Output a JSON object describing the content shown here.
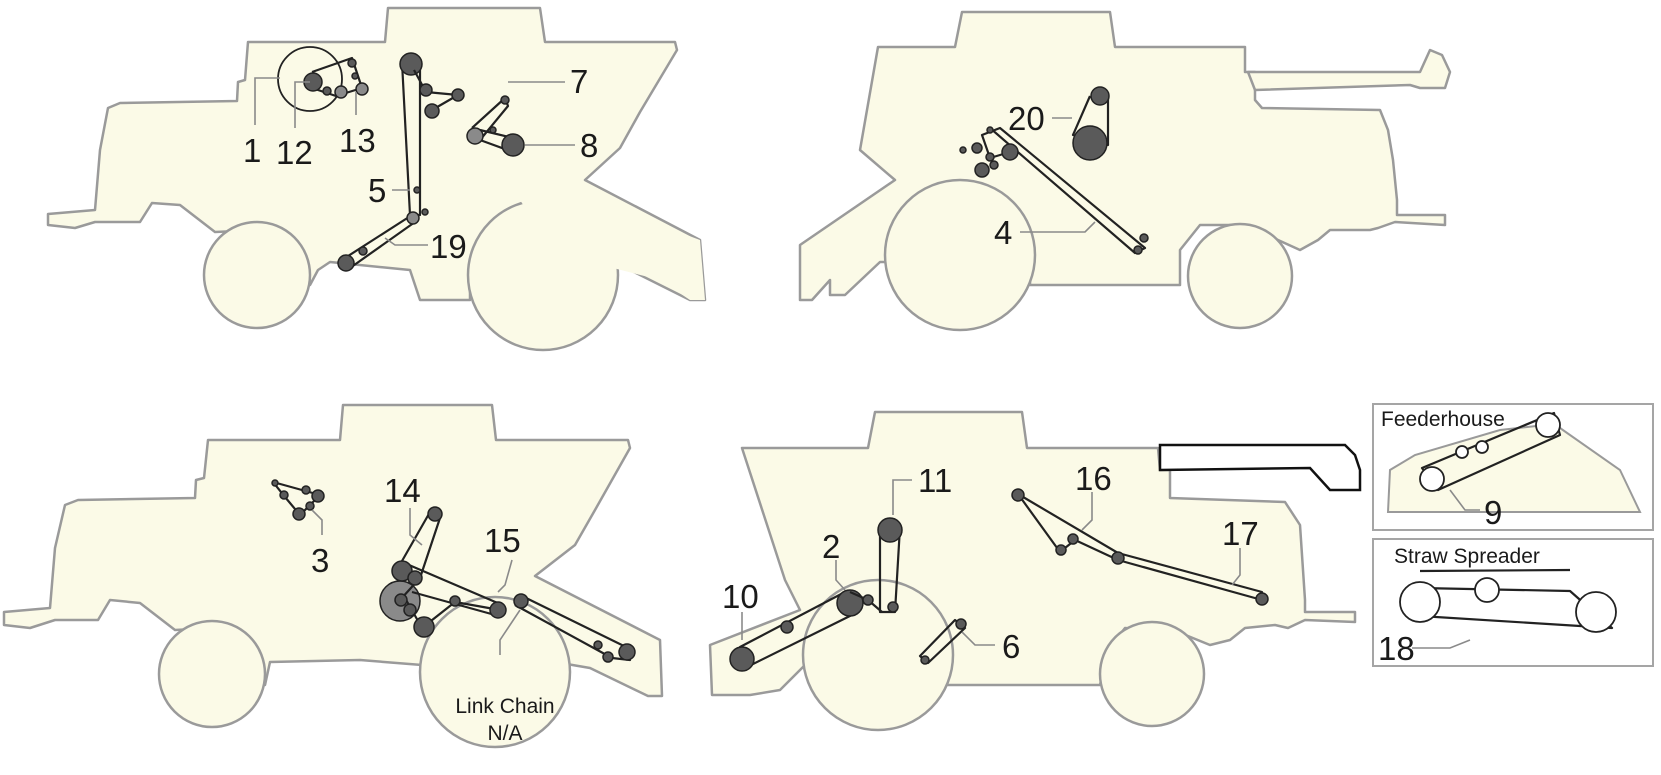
{
  "callouts": {
    "c1": "1",
    "c2": "2",
    "c3": "3",
    "c4": "4",
    "c5": "5",
    "c6": "6",
    "c7": "7",
    "c8": "8",
    "c9": "9",
    "c10": "10",
    "c11": "11",
    "c12": "12",
    "c13": "13",
    "c14": "14",
    "c15": "15",
    "c16": "16",
    "c17": "17",
    "c18": "18",
    "c19": "19",
    "c20": "20"
  },
  "link_chain": {
    "line1": "Link Chain",
    "line2": "N/A"
  },
  "insets": {
    "feederhouse": "Feederhouse",
    "straw_spreader": "Straw Spreader"
  },
  "colors": {
    "body_fill": "#fbfae7",
    "outline": "#9a9a9a",
    "pulley": "#5a5a5a",
    "belt": "#222222"
  }
}
